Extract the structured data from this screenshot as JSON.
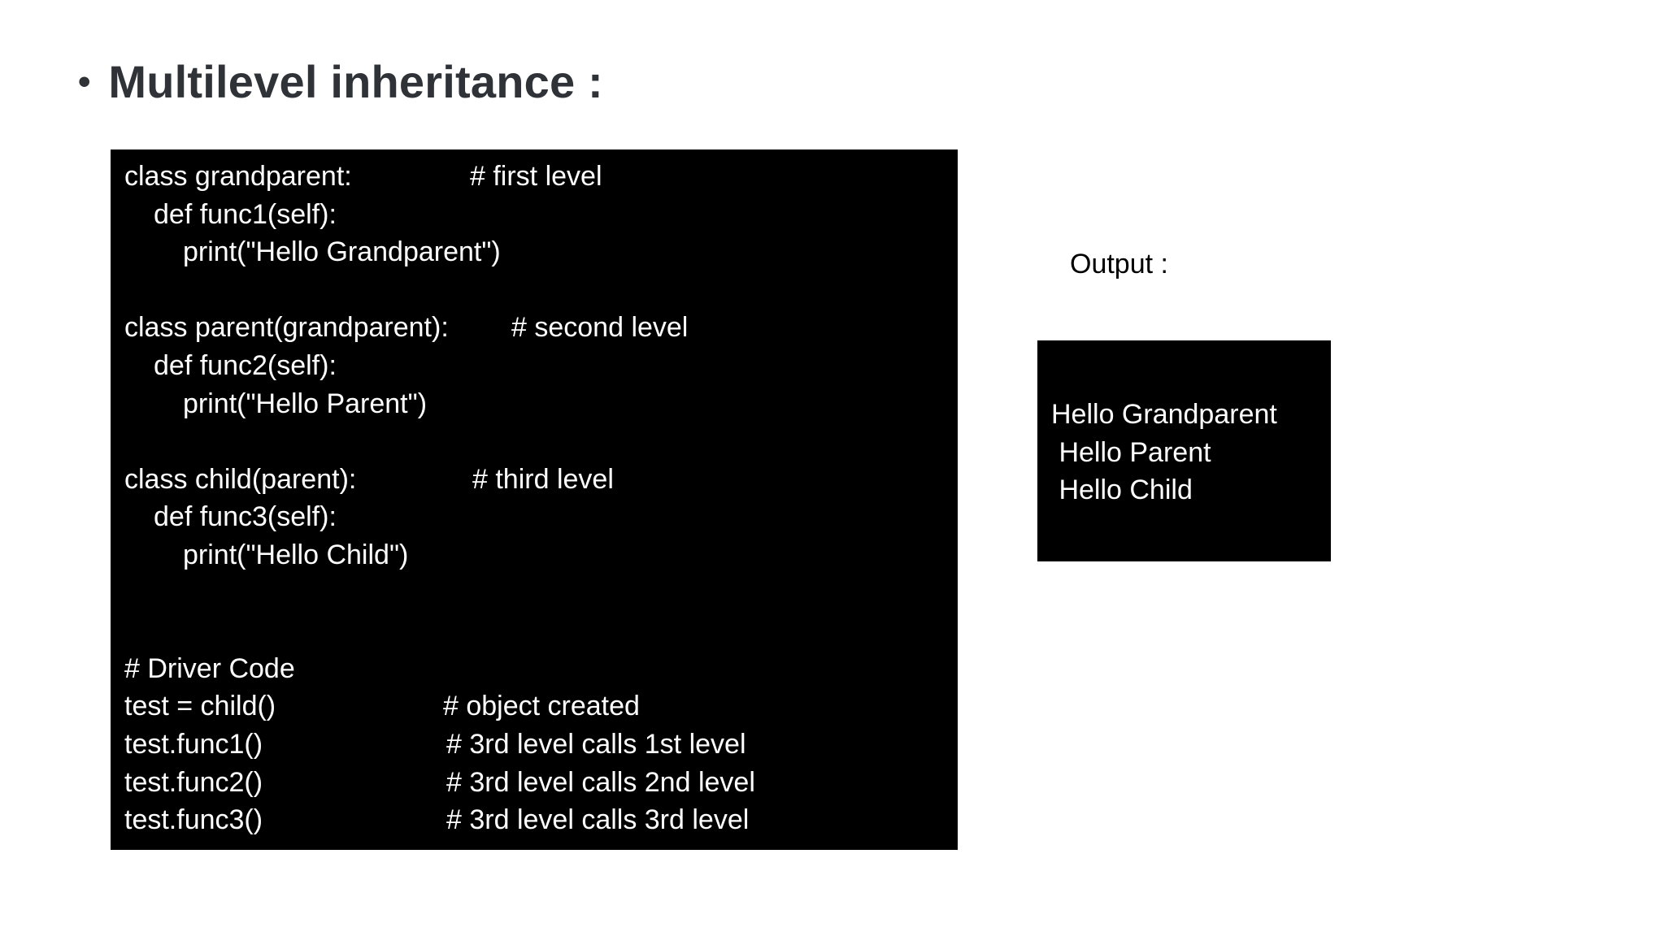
{
  "slide": {
    "bullet": "•",
    "title": "Multilevel inheritance :"
  },
  "code": {
    "lines": [
      {
        "code": "class grandparent:",
        "comment": "# first level",
        "indent": 0
      },
      {
        "code": "def func1(self):",
        "comment": "",
        "indent": 1
      },
      {
        "code": "print(\"Hello Grandparent\")",
        "comment": "",
        "indent": 2
      },
      {
        "code": "",
        "comment": "",
        "indent": 0
      },
      {
        "code": "class parent(grandparent):",
        "comment": "# second level",
        "indent": 0
      },
      {
        "code": "def func2(self):",
        "comment": "",
        "indent": 1
      },
      {
        "code": "print(\"Hello Parent\")",
        "comment": "",
        "indent": 2
      },
      {
        "code": "",
        "comment": "",
        "indent": 0
      },
      {
        "code": "class child(parent):",
        "comment": "# third level",
        "indent": 0
      },
      {
        "code": "def func3(self):",
        "comment": "",
        "indent": 1
      },
      {
        "code": "print(\"Hello Child\")",
        "comment": "",
        "indent": 2
      },
      {
        "code": "",
        "comment": "",
        "indent": 0
      },
      {
        "code": "",
        "comment": "",
        "indent": 0
      },
      {
        "code": "# Driver Code",
        "comment": "",
        "indent": 0
      },
      {
        "code": "test = child()",
        "comment": "# object created",
        "indent": 0
      },
      {
        "code": "test.func1()",
        "comment": "# 3rd level calls 1st level",
        "indent": 0
      },
      {
        "code": "test.func2()",
        "comment": "# 3rd level calls 2nd level",
        "indent": 0
      },
      {
        "code": "test.func3()",
        "comment": "# 3rd level calls 3rd level",
        "indent": 0
      }
    ]
  },
  "output": {
    "label": "Output :",
    "lines": [
      "Hello Grandparent",
      " Hello Parent",
      " Hello Child"
    ]
  }
}
